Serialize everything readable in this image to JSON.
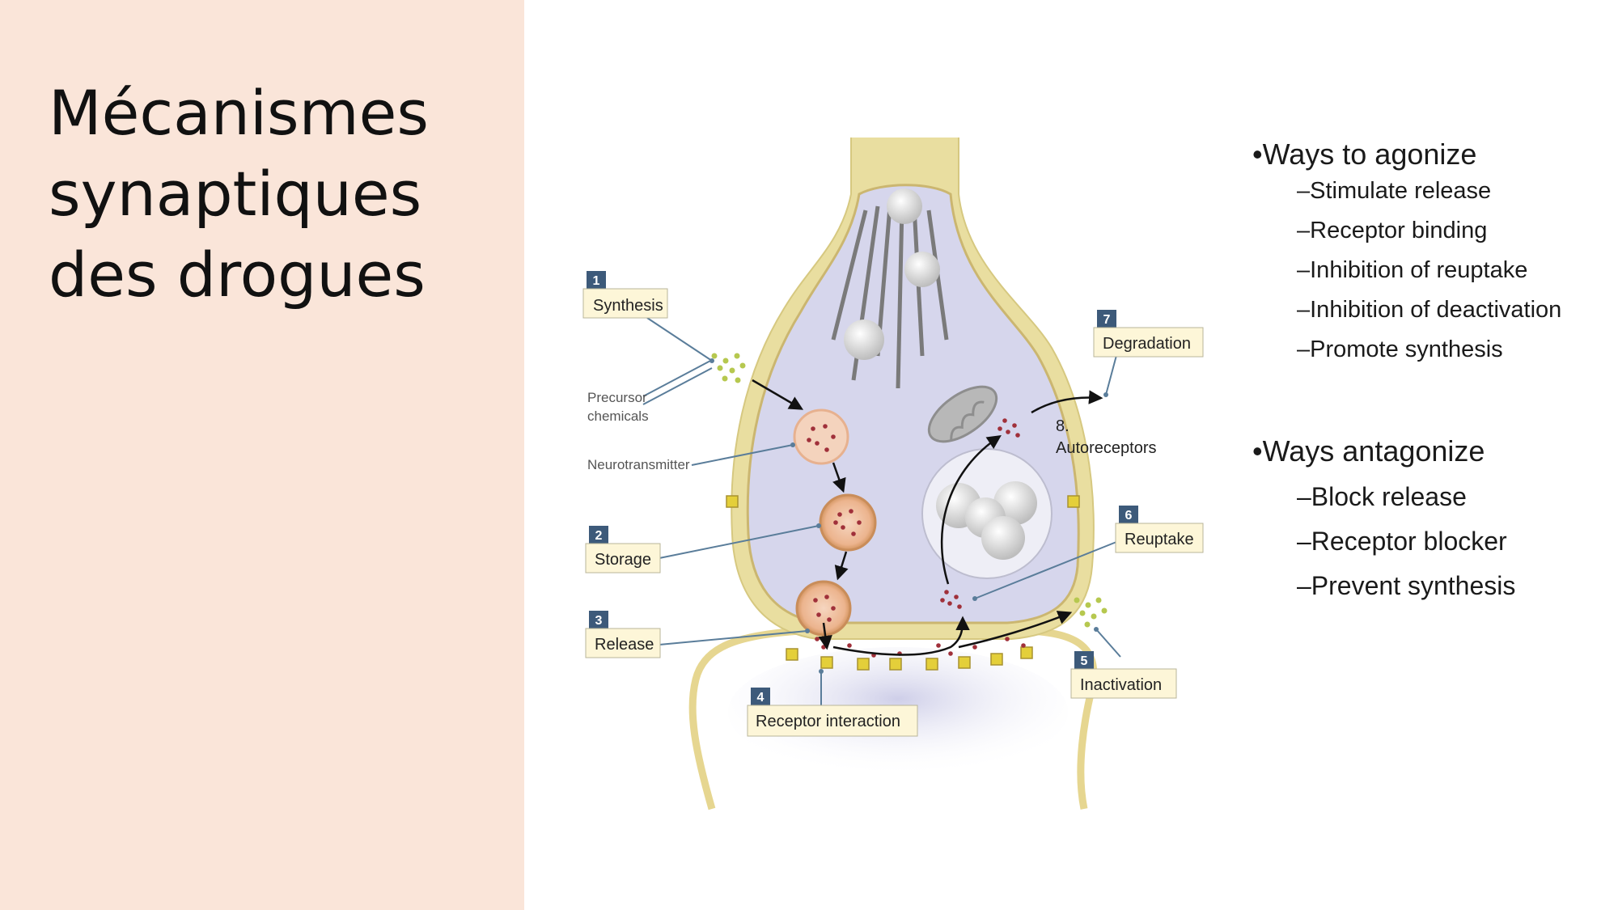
{
  "title_lines": [
    "Mécanismes",
    "synaptiques",
    "des drogues"
  ],
  "diagram": {
    "steps": [
      {
        "number": "1",
        "label": "Synthesis"
      },
      {
        "number": "2",
        "label": "Storage"
      },
      {
        "number": "3",
        "label": "Release"
      },
      {
        "number": "4",
        "label": "Receptor interaction"
      },
      {
        "number": "5",
        "label": "Inactivation"
      },
      {
        "number": "6",
        "label": "Reuptake"
      },
      {
        "number": "7",
        "label": "Degradation"
      }
    ],
    "autoreceptors": {
      "number": "8.",
      "label": "Autoreceptors"
    },
    "annotations": {
      "precursor_line1": "Precursor",
      "precursor_line2": "chemicals",
      "neurotransmitter": "Neurotransmitter"
    }
  },
  "bullets": {
    "agonize": {
      "heading": "•Ways to agonize",
      "items": [
        "–Stimulate release",
        "–Receptor binding",
        "–Inhibition of reuptake",
        "–Inhibition of deactivation",
        "–Promote synthesis"
      ]
    },
    "antagonize": {
      "heading": "•Ways antagonize",
      "items": [
        "–Block release",
        "–Receptor blocker",
        "–Prevent synthesis"
      ]
    }
  },
  "colors": {
    "panel_background": "#fae5d9",
    "label_box": "#fdf6d8",
    "step_number_box": "#3d5a7a",
    "membrane": "#e9dea0",
    "cytoplasm": "#d6d6ec",
    "vesicle": "#e3a67c",
    "neurotransmitter_dot": "#a0303a",
    "precursor_dot": "#b6c84f"
  }
}
